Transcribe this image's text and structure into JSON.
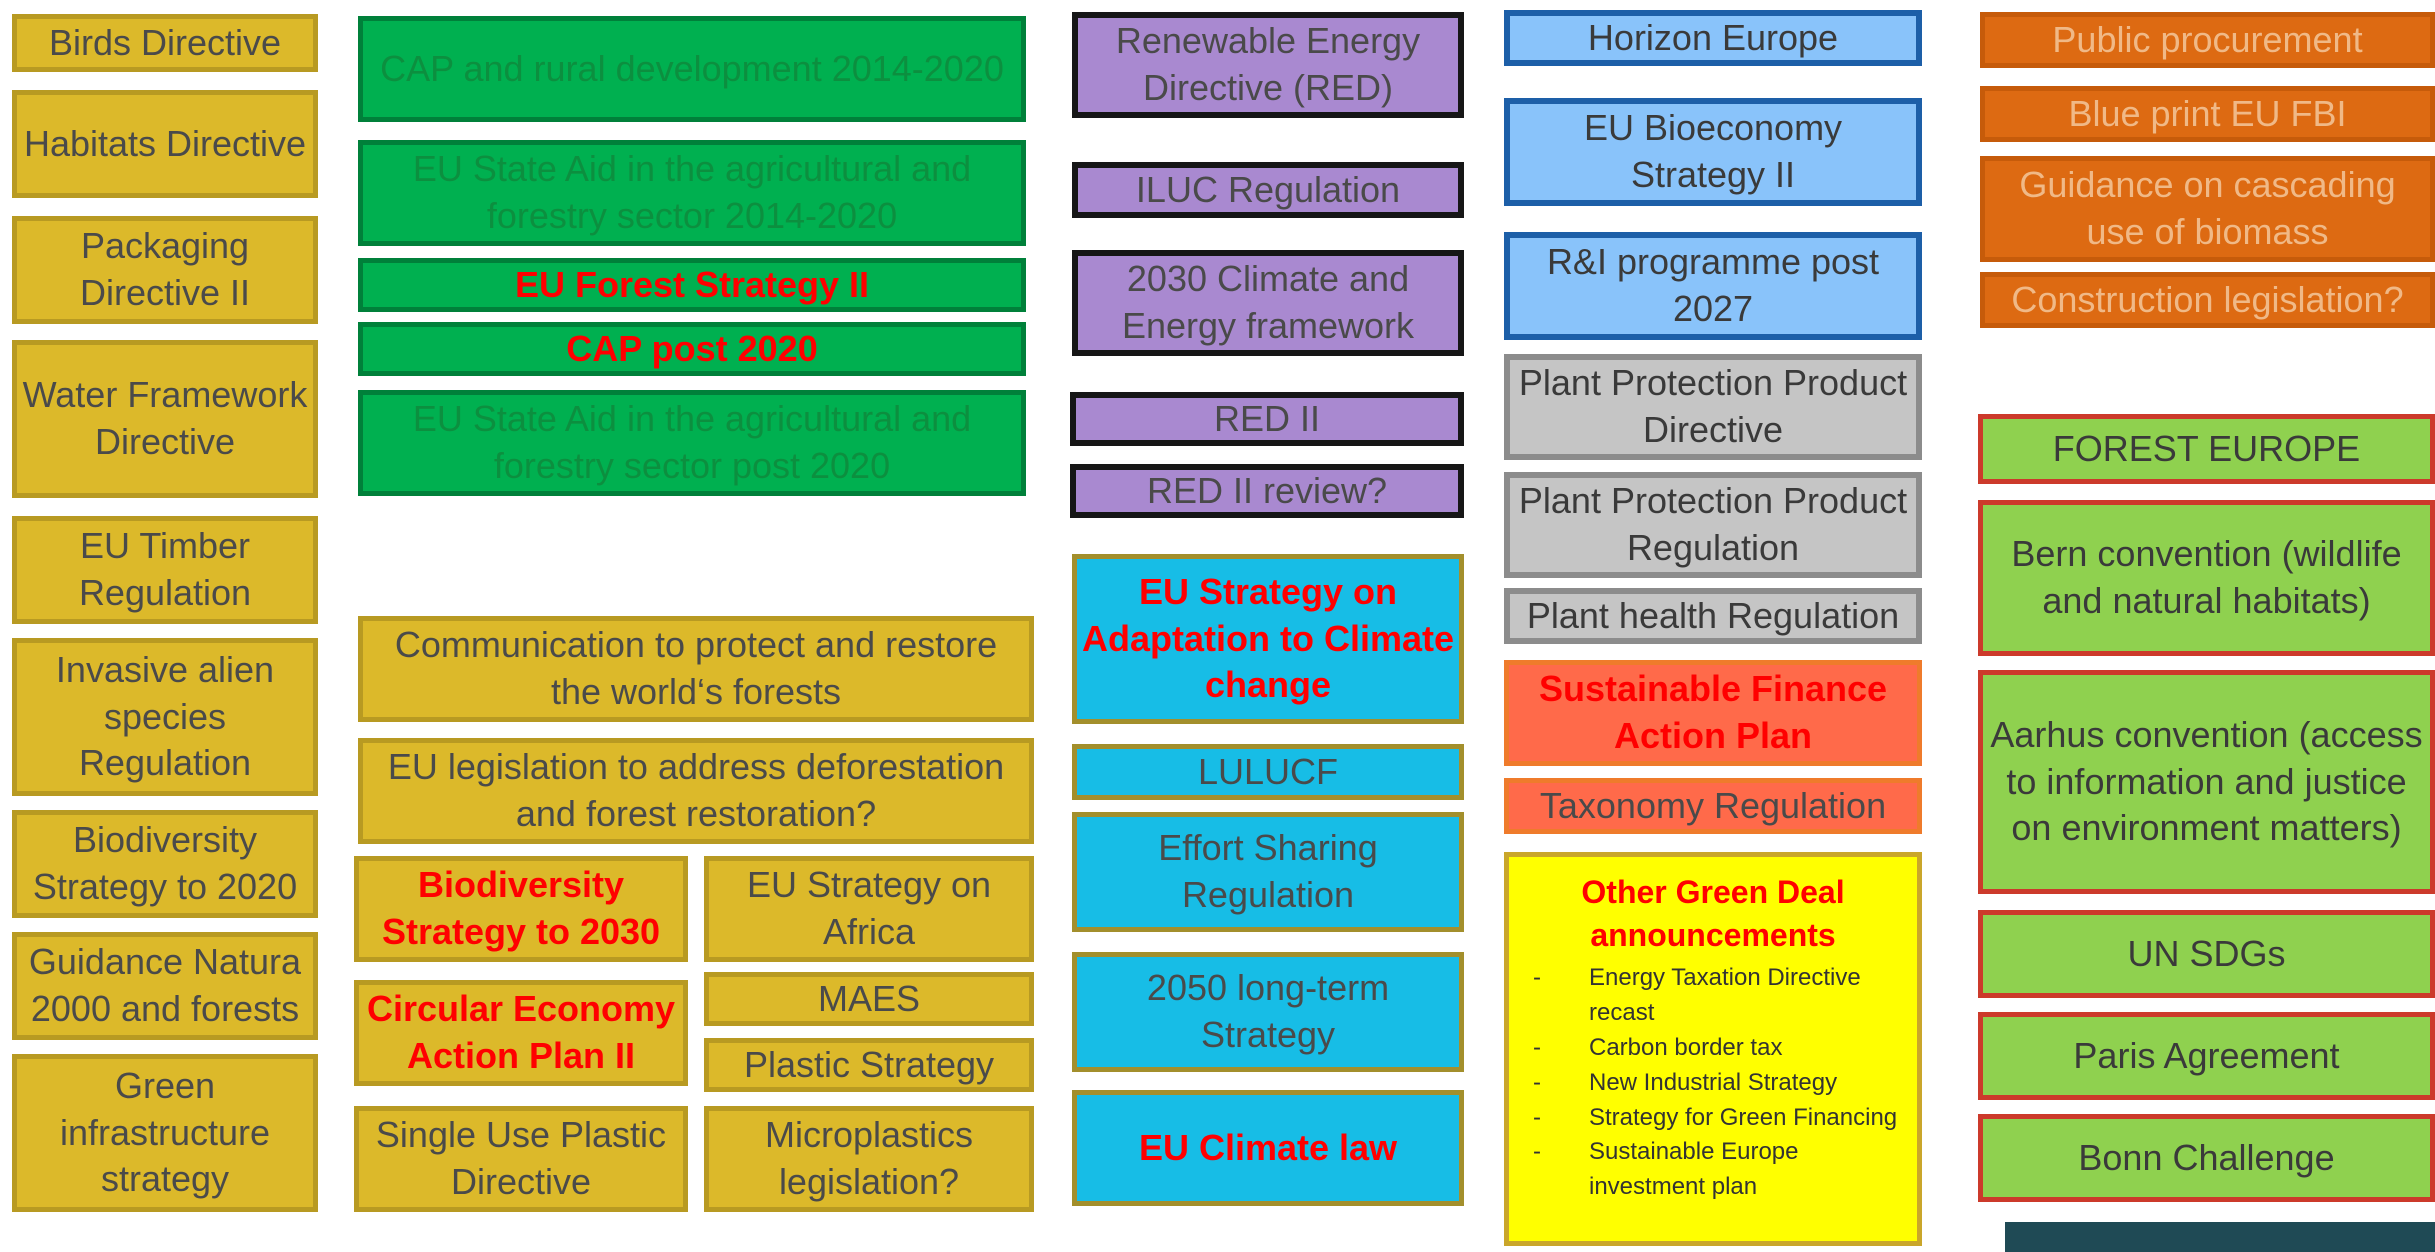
{
  "boxes": {
    "birds_directive": "Birds Directive",
    "habitats_directive": "Habitats Directive",
    "packaging_directive": "Packaging Directive II",
    "water_framework_directive": "Water Framework Directive",
    "eu_timber_regulation": "EU Timber Regulation",
    "invasive_alien_species": "Invasive alien species Regulation",
    "biodiversity_strategy_2020": "Biodiversity Strategy to 2020",
    "guidance_natura_2000": "Guidance Natura 2000 and forests",
    "green_infrastructure": "Green infrastructure strategy",
    "cap_rural_development": "CAP and rural development 2014-2020",
    "state_aid_2014_2020": "EU State Aid in the agricultural and forestry sector 2014-2020",
    "eu_forest_strategy_ii": "EU Forest Strategy II",
    "cap_post_2020": "CAP post 2020",
    "state_aid_post_2020": "EU State Aid in the agricultural and forestry sector post 2020",
    "communication_forests": "Communication to protect and restore the world‘s forests",
    "eu_legislation_deforestation": "EU legislation to address deforestation and forest restoration?",
    "biodiversity_strategy_2030": "Biodiversity Strategy to 2030",
    "eu_strategy_africa": "EU Strategy on Africa",
    "circular_economy": "Circular Economy Action Plan II",
    "maes": "MAES",
    "plastic_strategy": "Plastic Strategy",
    "single_use_plastic": "Single Use Plastic Directive",
    "microplastics": "Microplastics legislation?",
    "renewable_energy_directive": "Renewable Energy Directive (RED)",
    "iluc_regulation": "ILUC Regulation",
    "climate_energy_2030": "2030 Climate and Energy framework",
    "red_ii": "RED II",
    "red_ii_review": "RED II review?",
    "adaptation_strategy": "EU Strategy on Adaptation to Climate change",
    "lulucf": "LULUCF",
    "effort_sharing": "Effort Sharing Regulation",
    "long_term_2050": "2050 long-term Strategy",
    "eu_climate_law": "EU Climate law",
    "horizon_europe": "Horizon Europe",
    "bioeconomy_strategy": "EU Bioeconomy Strategy II",
    "ri_programme": "R&I programme post 2027",
    "ppp_directive": "Plant Protection Product Directive",
    "ppp_regulation": "Plant Protection Product Regulation",
    "plant_health": "Plant health Regulation",
    "sustainable_finance": "Sustainable Finance Action Plan",
    "taxonomy_regulation": "Taxonomy Regulation",
    "public_procurement": "Public procurement",
    "blue_print": "Blue print EU FBI",
    "cascading_guidance": "Guidance on cascading use of biomass",
    "construction_legislation": "Construction legislation?",
    "forest_europe": "FOREST EUROPE",
    "bern_convention": "Bern convention (wildlife and natural habitats)",
    "aarhus_convention": "Aarhus convention (access to information and justice on environment matters)",
    "un_sdgs": "UN SDGs",
    "paris_agreement": "Paris Agreement",
    "bonn_challenge": "Bonn Challenge"
  },
  "green_deal": {
    "title": "Other Green Deal announcements",
    "items": [
      "Energy Taxation Directive recast",
      "Carbon border tax",
      "New Industrial Strategy",
      "Strategy for Green Financing",
      "Sustainable Europe investment plan"
    ]
  },
  "colors": {
    "gold": "#dcb92a",
    "green": "#00b050",
    "purple": "#a989d0",
    "cyan": "#17bde6",
    "light_blue": "#89c3fa",
    "grey": "#c5c5c5",
    "orange": "#dd6a12",
    "light_green": "#8fd14f",
    "yellow": "#ffff00",
    "highlight_red": "#ff0000"
  }
}
